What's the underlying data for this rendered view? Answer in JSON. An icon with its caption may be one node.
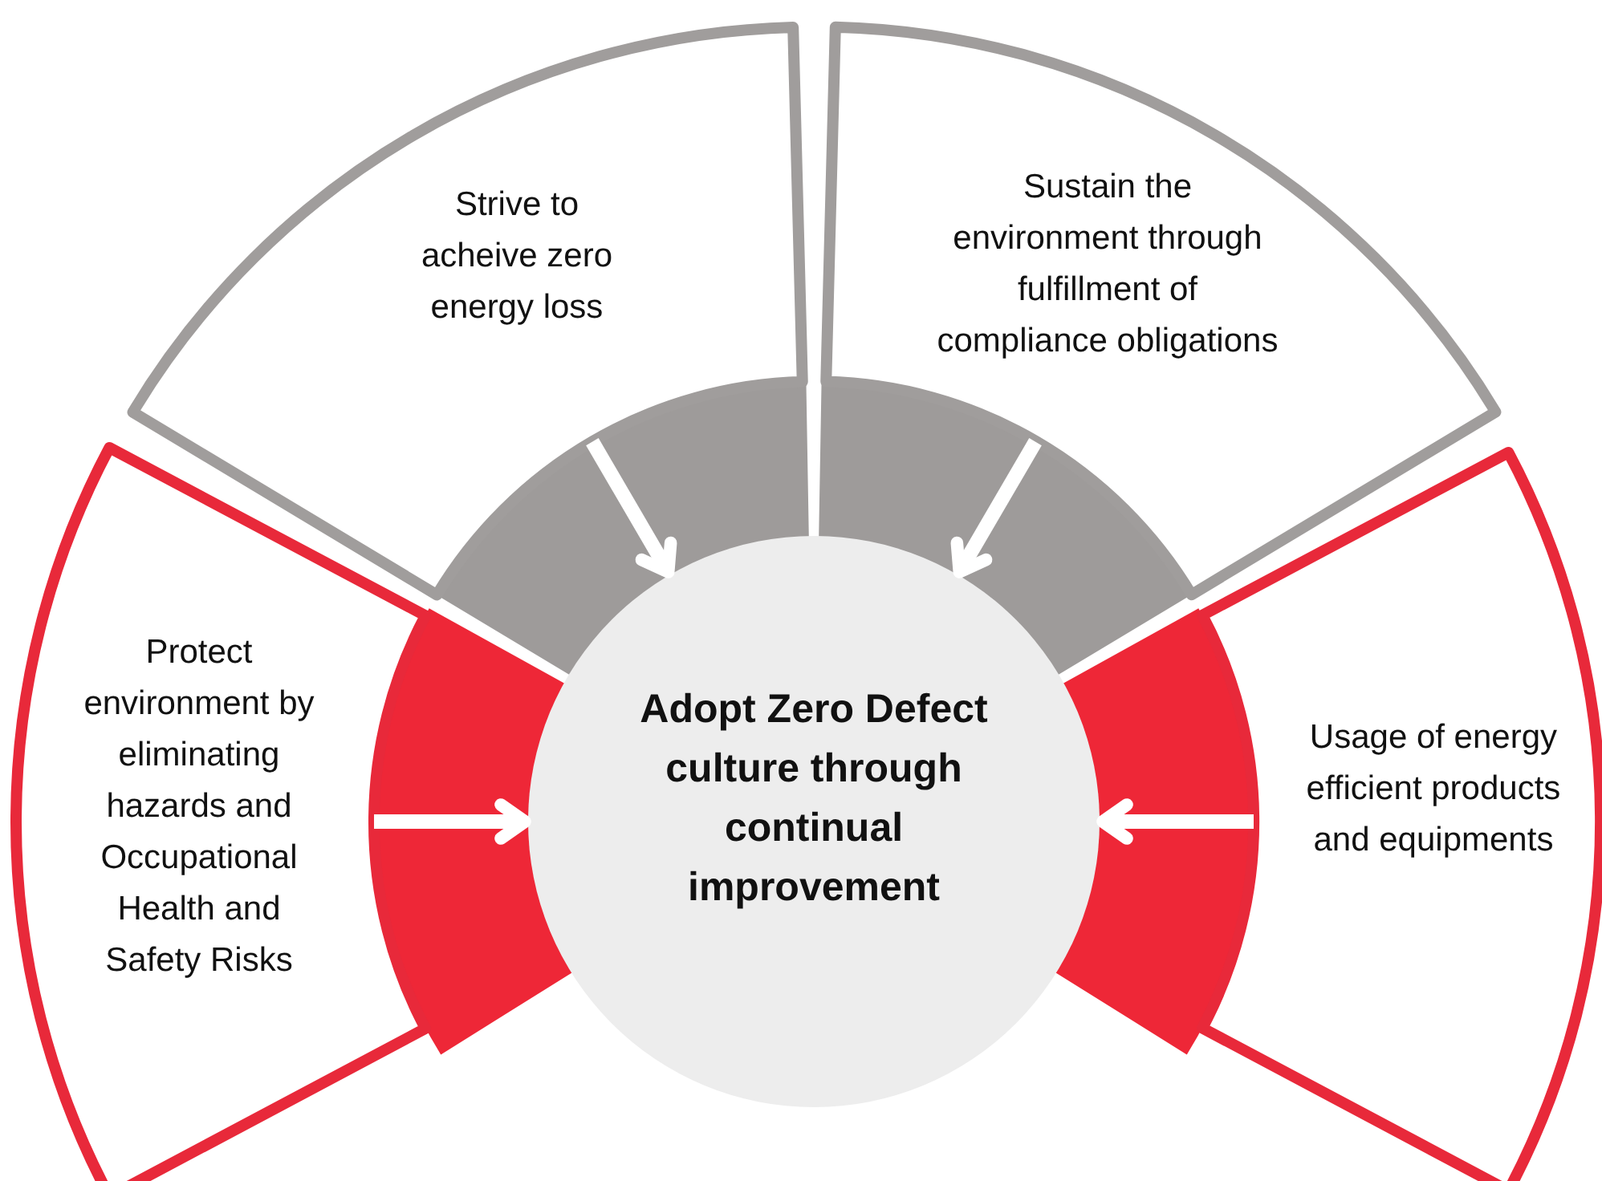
{
  "diagram": {
    "nodes": [
      {
        "text": [
          "Strive to acheive zero energy loss"
        ]
      },
      {
        "text": [
          "Sustain the environment through fulfillment of compliance obligations"
        ]
      },
      {
        "text": [
          "Protect environment by eliminating hazards and Occupational Health and Safety Risks"
        ]
      },
      {
        "text": [
          "Adopt Zero Defect culture through continual improvement"
        ]
      },
      {
        "text": [
          "Usage of energy efficient products and equipments"
        ]
      }
    ],
    "edges": [
      {
        "from": 0,
        "to": 3,
        "arrow": "to"
      },
      {
        "from": 1,
        "to": 3,
        "arrow": "to"
      },
      {
        "from": 2,
        "to": 3,
        "arrow": "to"
      },
      {
        "from": 4,
        "to": 3,
        "arrow": "to"
      }
    ]
  }
}
